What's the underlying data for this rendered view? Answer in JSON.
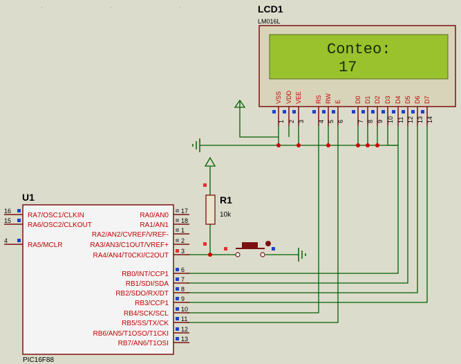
{
  "lcd": {
    "ref": "LCD1",
    "part": "LM016L",
    "line1": "Conteo:",
    "line2": "17",
    "pins": [
      {
        "name": "VSS",
        "num": "1"
      },
      {
        "name": "VDD",
        "num": "2"
      },
      {
        "name": "VEE",
        "num": "3"
      },
      {
        "name": "RS",
        "num": "4"
      },
      {
        "name": "RW",
        "num": "5"
      },
      {
        "name": "E",
        "num": "6"
      },
      {
        "name": "D0",
        "num": "7"
      },
      {
        "name": "D1",
        "num": "8"
      },
      {
        "name": "D2",
        "num": "9"
      },
      {
        "name": "D3",
        "num": "10"
      },
      {
        "name": "D4",
        "num": "11"
      },
      {
        "name": "D5",
        "num": "12"
      },
      {
        "name": "D6",
        "num": "13"
      },
      {
        "name": "D7",
        "num": "14"
      }
    ]
  },
  "resistor": {
    "ref": "R1",
    "value": "10k"
  },
  "mcu": {
    "ref": "U1",
    "part": "PIC16F88",
    "left_pins": [
      {
        "num": "16",
        "label": "RA7/OSC1/CLKIN"
      },
      {
        "num": "15",
        "label": "RA6/OSC2/CLKOUT"
      },
      {
        "num": "4",
        "label": "RA5/MCLR"
      }
    ],
    "right_pins": [
      {
        "num": "17",
        "label": "RA0/AN0"
      },
      {
        "num": "18",
        "label": "RA1/AN1"
      },
      {
        "num": "1",
        "label": "RA2/AN2/CVREF/VREF-"
      },
      {
        "num": "2",
        "label": "RA3/AN3/C1OUT/VREF+"
      },
      {
        "num": "3",
        "label": "RA4/AN4/T0CKI/C2OUT"
      },
      {
        "num": "6",
        "label": "RB0/INT/CCP1"
      },
      {
        "num": "7",
        "label": "RB1/SDI/SDA"
      },
      {
        "num": "8",
        "label": "RB2/SDO/RX/DT"
      },
      {
        "num": "9",
        "label": "RB3/CCP1"
      },
      {
        "num": "10",
        "label": "RB4/SCK/SCL"
      },
      {
        "num": "11",
        "label": "RB5/SS/TX/CK"
      },
      {
        "num": "12",
        "label": "RB6/AN5/T1OSO/T1CKI"
      },
      {
        "num": "13",
        "label": "RB7/AN6/T1OSI"
      }
    ]
  },
  "colors": {
    "wire": "#006000",
    "pin": "#c00000",
    "junction": "#d00000",
    "chip_fill": "#f4f4f4",
    "lcd_screen": "#9ac22c",
    "lcd_text": "#1a2a08"
  }
}
